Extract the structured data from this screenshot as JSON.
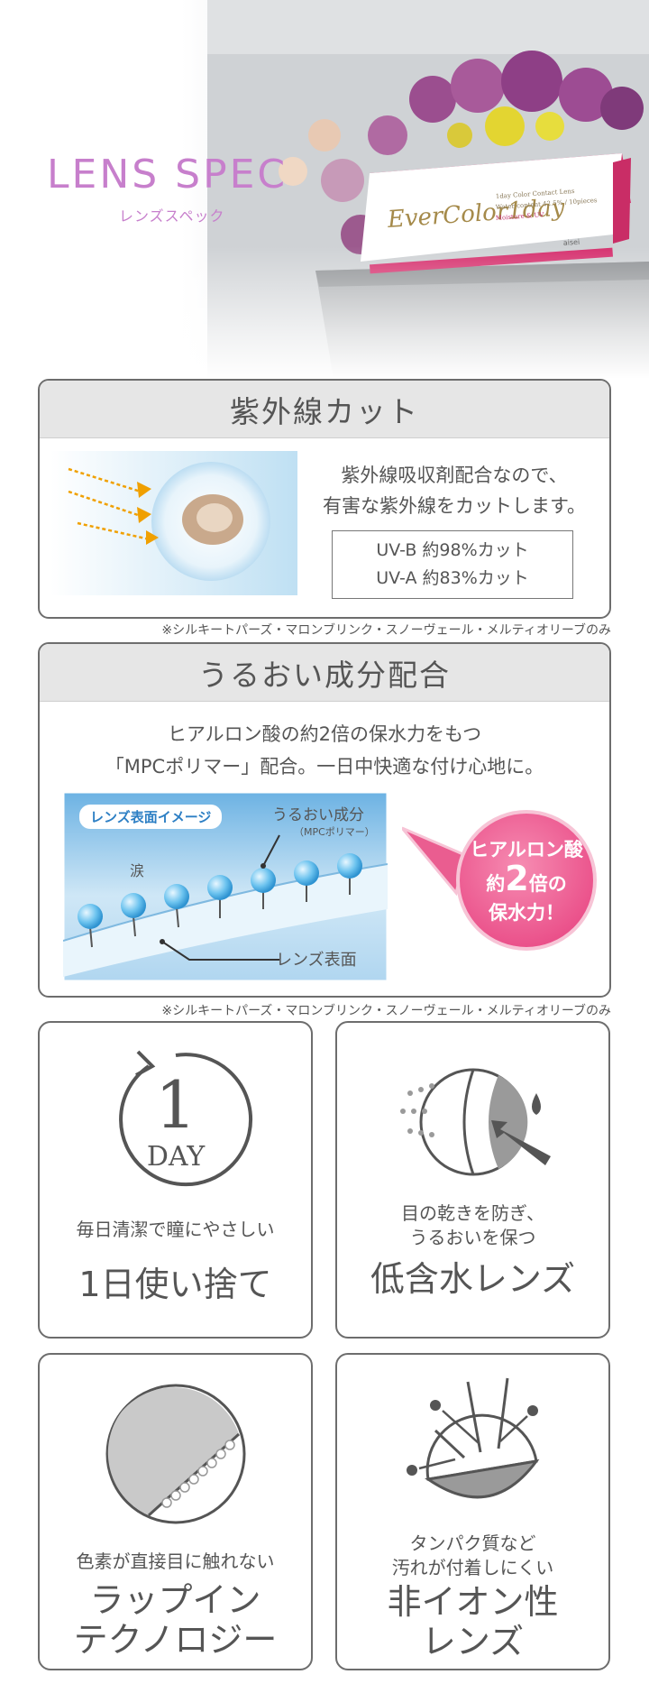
{
  "hero": {
    "title": "LENS SPEC",
    "subtitle": "レンズスペック",
    "product_box_text": "EverColor1day",
    "product_box_small": "1day Color Contact Lens\nWater content 42.5% / 10pieces\nMoisture & UV",
    "product_brand": "aisei"
  },
  "uv_section": {
    "heading": "紫外線カット",
    "description_line1": "紫外線吸収剤配合なので、",
    "description_line2": "有害な紫外線をカットします。",
    "uvb": "UV-B 約98%カット",
    "uva": "UV-A 約83%カット",
    "note": "※シルキートパーズ・マロンブリンク・スノーヴェール・メルティオリーブのみ"
  },
  "moist_section": {
    "heading": "うるおい成分配合",
    "description_line1": "ヒアルロン酸の約2倍の保水力をもつ",
    "description_line2": "「MPCポリマー」配合。一日中快適な付け心地に。",
    "image_tag": "レンズ表面イメージ",
    "label_moist": "うるおい成分",
    "label_polymer": "（MPCポリマー）",
    "label_tear": "涙",
    "label_surface": "レンズ表面",
    "bubble_line1": "ヒアルロン酸",
    "bubble_line2a": "約",
    "bubble_line2b": "2",
    "bubble_line2c": "倍の",
    "bubble_line3": "保水力！",
    "note": "※シルキートパーズ・マロンブリンク・スノーヴェール・メルティオリーブのみ"
  },
  "features": [
    {
      "icon_text_num": "1",
      "icon_text_word": "DAY",
      "desc": "毎日清潔で瞳にやさしい",
      "title": "1日使い捨て"
    },
    {
      "desc_line1": "目の乾きを防ぎ、",
      "desc_line2": "うるおいを保つ",
      "title": "低含水レンズ"
    },
    {
      "desc": "色素が直接目に触れない",
      "title_line1": "ラップイン",
      "title_line2": "テクノロジー"
    },
    {
      "desc_line1": "タンパク質など",
      "desc_line2": "汚れが付着しにくい",
      "title_line1": "非イオン性",
      "title_line2": "レンズ"
    }
  ],
  "colors": {
    "accent_purple": "#c77fcc",
    "bubble_pink": "#ee5f94",
    "panel_border": "#6d6d6d",
    "panel_head": "#e6e6e6",
    "text": "#555555"
  }
}
